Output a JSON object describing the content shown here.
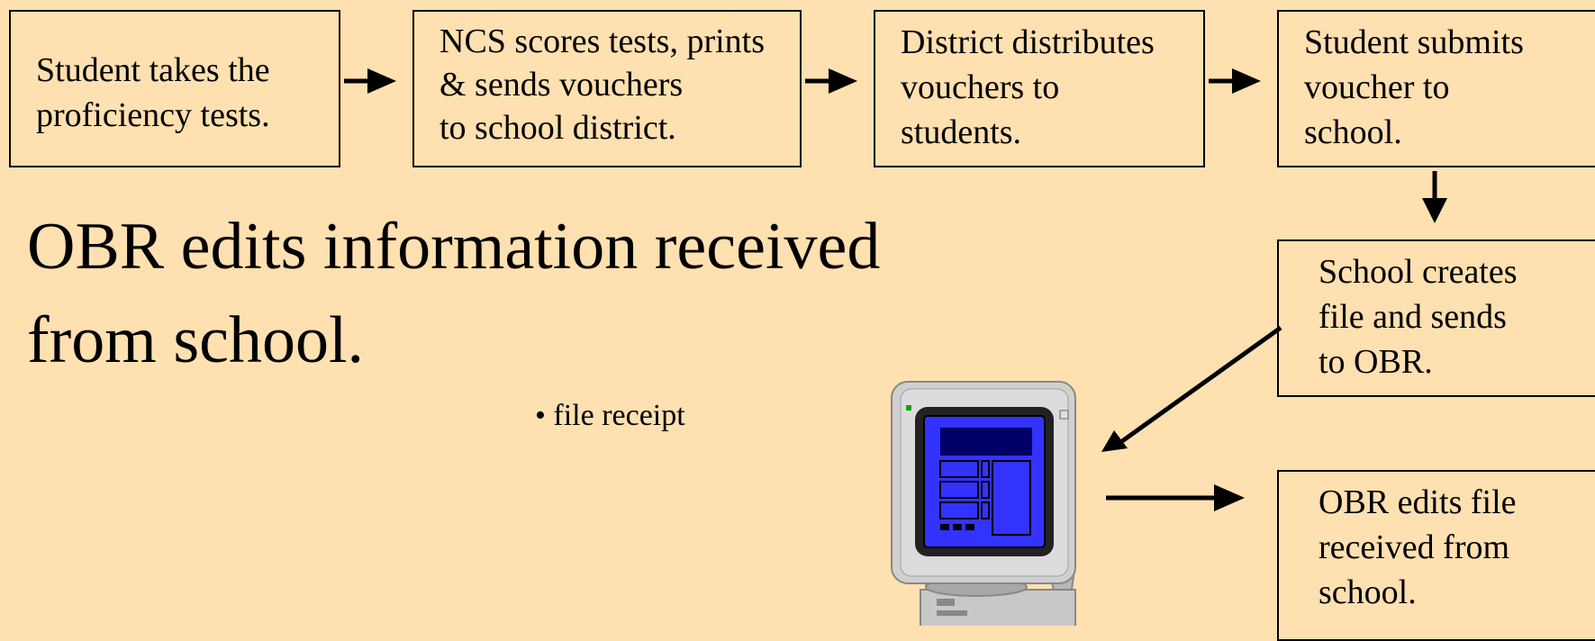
{
  "flow": {
    "step1": "Student takes the\n proficiency tests.",
    "step2": "NCS scores tests, prints\n& sends vouchers\nto school district.",
    "step3": "District distributes\nvouchers to\nstudents.",
    "step4": "Student submits\nvoucher to\nschool.",
    "step5": "School creates\nfile and sends\nto OBR.",
    "step6": "OBR edits file\nreceived from\nschool."
  },
  "title": "OBR edits information received\nfrom school.",
  "bullet": "• file receipt",
  "colors": {
    "background": "#FFE0B0",
    "screen": "#3333FF",
    "screen_header": "#000066",
    "monitor_body": "#D0D0D0",
    "power_led": "#00AA00"
  },
  "icons": [
    "computer-monitor-icon"
  ]
}
